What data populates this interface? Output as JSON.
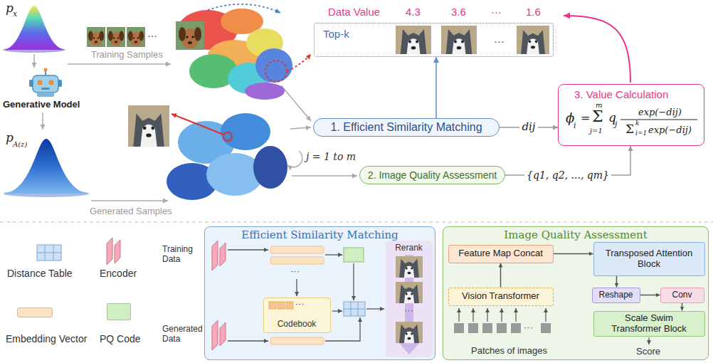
{
  "diagram": {
    "nodes": [
      {
        "text": [
          "Top-k",
          "···"
        ]
      },
      {
        "text": [
          "3. Value Calculation",
          "ϕ",
          "i",
          "=",
          "m",
          "Σ",
          "j=1",
          "q",
          "j",
          "exp(−dij)",
          "Σ",
          "k",
          "i=1",
          "exp(−dij)"
        ]
      },
      {
        "text": [
          "1. Efficient Similarity Matching"
        ]
      },
      {
        "text": [
          "2. Image Quality Assessment"
        ]
      },
      {
        "text": [
          "Efficient Similarity Matching"
        ]
      },
      {
        "text": [
          "···",
          "Codebook"
        ],
        "in": 4
      },
      {
        "text": [
          "Rerank",
          "···"
        ],
        "in": 4
      },
      {
        "text": [
          "Image Quality Assessment"
        ]
      },
      {
        "text": [
          "Feature Map Concat"
        ],
        "in": 7
      },
      {
        "text": [
          "Vision Transformer"
        ],
        "in": 7
      },
      {
        "text": [
          "Transposed Attention Block"
        ],
        "in": 7
      },
      {
        "text": [
          "Reshape"
        ],
        "in": 7
      },
      {
        "text": [
          "Conv"
        ],
        "in": 7
      },
      {
        "text": [
          "Scale Swim Transformer Block"
        ],
        "in": 7
      }
    ],
    "edges": [
      {
        "from": 2,
        "to": 0,
        "arrow": "to"
      },
      {
        "from": 2,
        "to": 1,
        "label": "dij",
        "arrow": "to"
      },
      {
        "from": 3,
        "to": 1,
        "label": "{q1, q2, ..., qm}",
        "arrow": "to"
      },
      {
        "from": 9,
        "to": 8,
        "arrow": "to"
      },
      {
        "from": 8,
        "to": 10,
        "arrow": "to"
      },
      {
        "from": 10,
        "to": 11,
        "arrow": "to"
      },
      {
        "from": 11,
        "to": 12,
        "arrow": "to"
      },
      {
        "from": 12,
        "to": 13,
        "arrow": "to"
      }
    ],
    "labels": [
      "p",
      "x",
      "Training Samples",
      "···",
      "Generative Model",
      "p",
      "A(z)",
      "Generated Samples",
      "Data Value",
      "4.3",
      "3.6",
      "···",
      "1.6",
      "j = 1 to m",
      "Training Data",
      "···",
      "Generated Data",
      "···",
      "Patches of images",
      "Score"
    ],
    "legend": [
      {
        "text": "Distance Table"
      },
      {
        "text": "Encoder"
      },
      {
        "text": "Embedding Vector",
        "color": "#fde2c4"
      },
      {
        "text": "PQ Code",
        "color": "#cfeec2"
      }
    ]
  }
}
